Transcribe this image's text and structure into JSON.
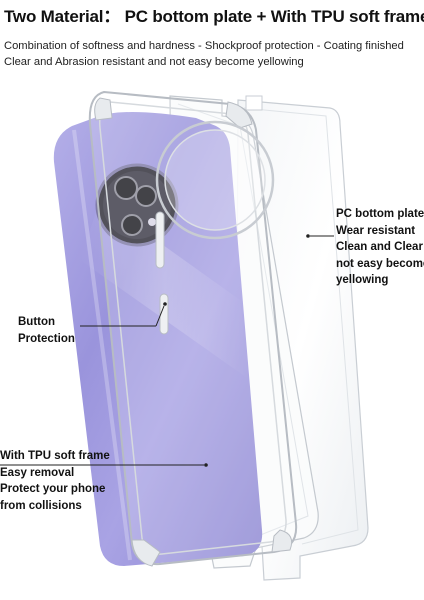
{
  "header": {
    "title": "Two Material： PC bottom plate + With TPU soft frame",
    "line1": "Combination of softness and hardness - Shockproof protection - Coating finished",
    "line2": "Clear and Abrasion resistant and not easy become yellowing"
  },
  "callouts": {
    "pc": [
      "PC bottom plate",
      "Wear resistant",
      "Clean and Clear",
      "not easy become",
      "yellowing"
    ],
    "button": [
      "Button",
      "Protection"
    ],
    "tpu": [
      "With TPU soft frame",
      "Easy removal",
      "Protect your phone",
      "from collisions"
    ]
  },
  "colors": {
    "phone": "#9b95de",
    "accent_line": "#222222"
  }
}
